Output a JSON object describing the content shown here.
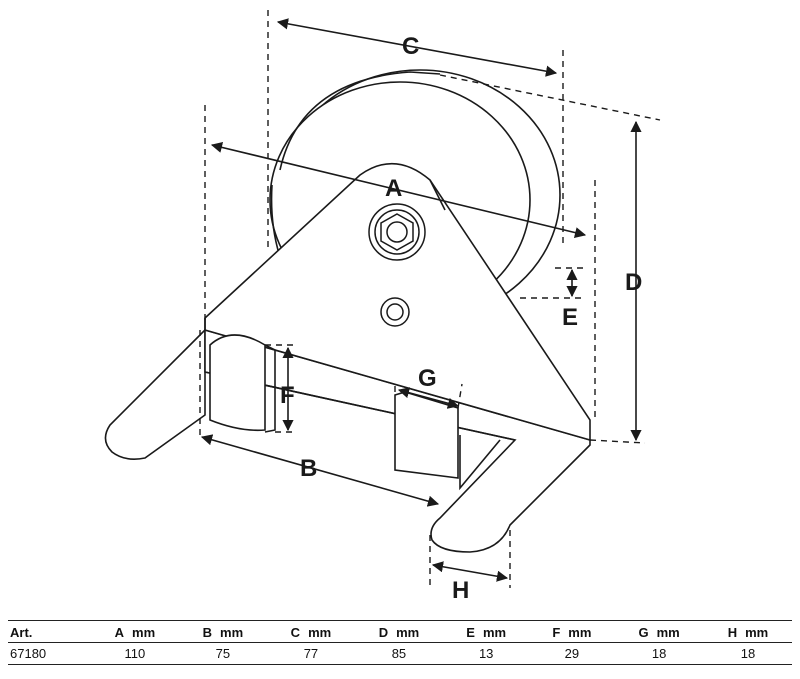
{
  "diagram": {
    "labels": [
      "A",
      "B",
      "C",
      "D",
      "E",
      "F",
      "G",
      "H"
    ]
  },
  "table": {
    "art_header": "Art.",
    "columns": [
      {
        "letter": "A",
        "unit": "mm"
      },
      {
        "letter": "B",
        "unit": "mm"
      },
      {
        "letter": "C",
        "unit": "mm"
      },
      {
        "letter": "D",
        "unit": "mm"
      },
      {
        "letter": "E",
        "unit": "mm"
      },
      {
        "letter": "F",
        "unit": "mm"
      },
      {
        "letter": "G",
        "unit": "mm"
      },
      {
        "letter": "H",
        "unit": "mm"
      }
    ],
    "row": {
      "art": "67180",
      "values": [
        "110",
        "75",
        "77",
        "85",
        "13",
        "29",
        "18",
        "18"
      ]
    }
  }
}
